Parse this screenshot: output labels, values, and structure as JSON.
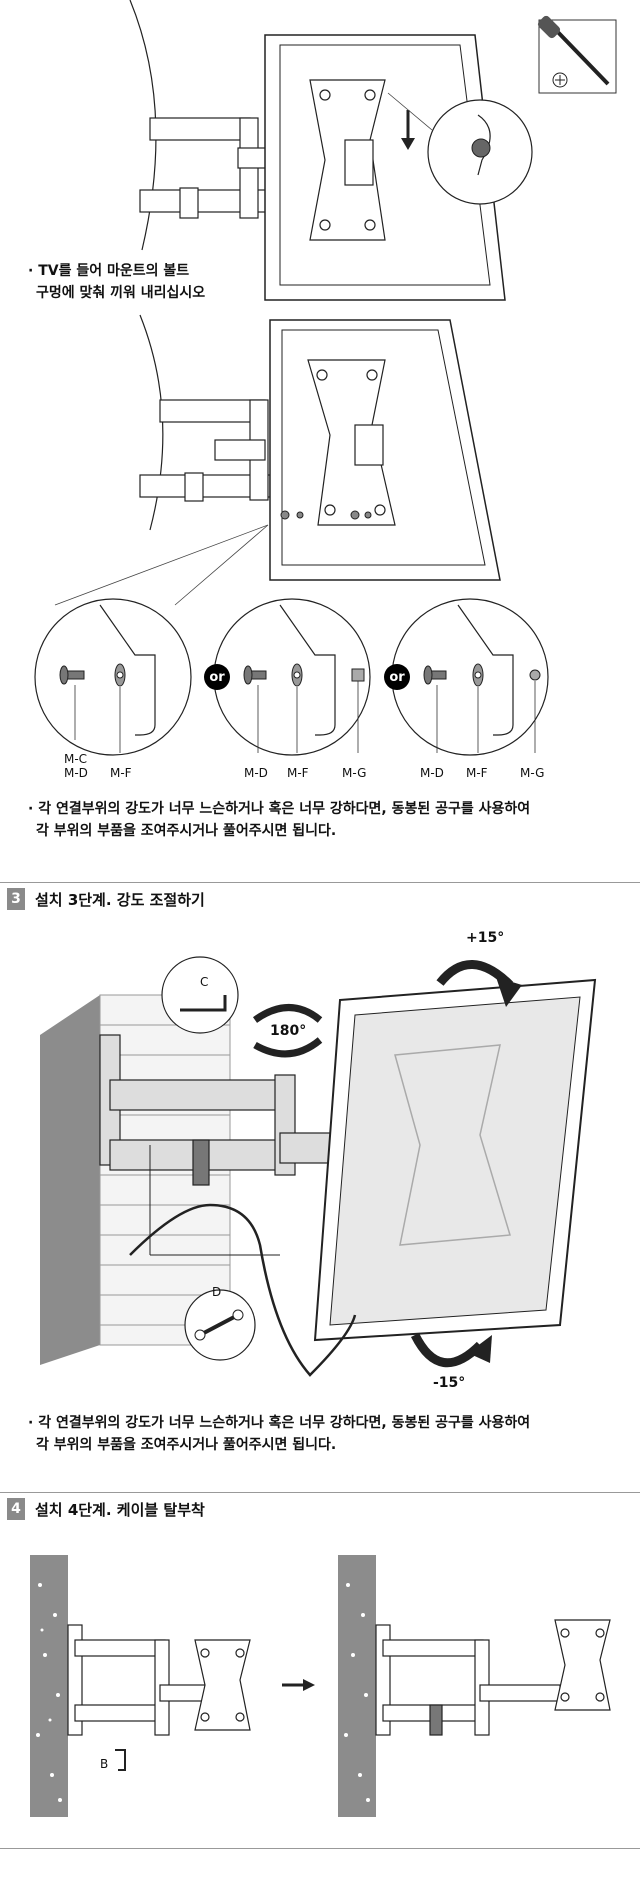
{
  "step2": {
    "caption1": [
      "· TV를 들어 마운트의 볼트",
      "구멍에 맞춰 끼워 내리십시오"
    ],
    "or_label": "or",
    "parts": {
      "opt1": [
        "M-C",
        "M-D",
        "M-F"
      ],
      "opt2": [
        "M-D",
        "M-F",
        "M-G"
      ],
      "opt3": [
        "M-D",
        "M-F",
        "M-G"
      ]
    },
    "caption2": [
      "· 각 연결부위의 강도가 너무 느슨하거나 혹은 너무 강하다면, 동봉된 공구를 사용하여",
      "각 부위의 부품을 조여주시거나 풀어주시면 됩니다."
    ]
  },
  "step3": {
    "number": "3",
    "title": "설치 3단계. 강도 조절하기",
    "angle_top": "+15°",
    "angle_rot": "180°",
    "angle_bottom": "-15°",
    "tool_c": "C",
    "tool_d": "D",
    "caption": [
      "· 각 연결부위의 강도가 너무 느슨하거나 혹은 너무 강하다면, 동봉된 공구를 사용하여",
      "각 부위의 부품을 조여주시거나 풀어주시면 됩니다."
    ]
  },
  "step4": {
    "number": "4",
    "title": "설치 4단계. 케이블 탈부착",
    "part_b": "B"
  }
}
